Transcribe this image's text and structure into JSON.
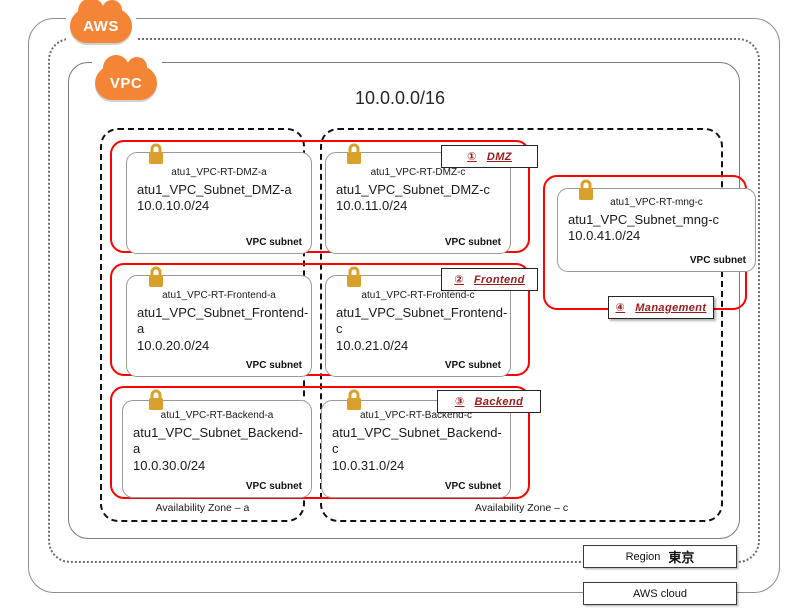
{
  "diagram": {
    "title": "AWS VPC multi-AZ subnet architecture",
    "vpc_cidr": "10.0.0.0/16",
    "colors": {
      "aws_orange": "#F58536",
      "tier_red": "#ff0000",
      "label_red": "#9b1b1b",
      "lock_gold": "#D9A12B",
      "frame_gray": "#8c8c8c"
    }
  },
  "clouds": {
    "aws": "AWS",
    "vpc": "VPC"
  },
  "availability_zones": [
    {
      "id": "az-a",
      "label": "Availability Zone – a"
    },
    {
      "id": "az-c",
      "label": "Availability Zone – c"
    }
  ],
  "tier_labels": [
    {
      "id": "dmz",
      "number": "①",
      "name": "DMZ"
    },
    {
      "id": "frontend",
      "number": "②",
      "name": "Frontend"
    },
    {
      "id": "backend",
      "number": "③",
      "name": "Backend"
    },
    {
      "id": "management",
      "number": "④",
      "name": "Management"
    }
  ],
  "subnets": [
    {
      "id": "dmz-a",
      "route_table": "atu1_VPC-RT-DMZ-a",
      "subnet_name": "atu1_VPC_Subnet_DMZ-a",
      "cidr": "10.0.10.0/24",
      "kind": "VPC subnet",
      "icon": "lock-icon"
    },
    {
      "id": "dmz-c",
      "route_table": "atu1_VPC-RT-DMZ-c",
      "subnet_name": "atu1_VPC_Subnet_DMZ-c",
      "cidr": "10.0.11.0/24",
      "kind": "VPC subnet",
      "icon": "lock-icon"
    },
    {
      "id": "mng-c",
      "route_table": "atu1_VPC-RT-mng-c",
      "subnet_name": "atu1_VPC_Subnet_mng-c",
      "cidr": "10.0.41.0/24",
      "kind": "VPC subnet",
      "icon": "lock-icon"
    },
    {
      "id": "frontend-a",
      "route_table": "atu1_VPC-RT-Frontend-a",
      "subnet_name": "atu1_VPC_Subnet_Frontend-a",
      "cidr": "10.0.20.0/24",
      "kind": "VPC subnet",
      "icon": "lock-icon"
    },
    {
      "id": "frontend-c",
      "route_table": "atu1_VPC-RT-Frontend-c",
      "subnet_name": "atu1_VPC_Subnet_Frontend-c",
      "cidr": "10.0.21.0/24",
      "kind": "VPC subnet",
      "icon": "lock-icon"
    },
    {
      "id": "backend-a",
      "route_table": "atu1_VPC-RT-Backend-a",
      "subnet_name": "atu1_VPC_Subnet_Backend-a",
      "cidr": "10.0.30.0/24",
      "kind": "VPC subnet",
      "icon": "lock-icon"
    },
    {
      "id": "backend-c",
      "route_table": "atu1_VPC-RT-Backend-c",
      "subnet_name": "atu1_VPC_Subnet_Backend-c",
      "cidr": "10.0.31.0/24",
      "kind": "VPC subnet",
      "icon": "lock-icon"
    }
  ],
  "legend": {
    "region_label": "Region",
    "region_value": "東京",
    "cloud_label": "AWS cloud"
  }
}
